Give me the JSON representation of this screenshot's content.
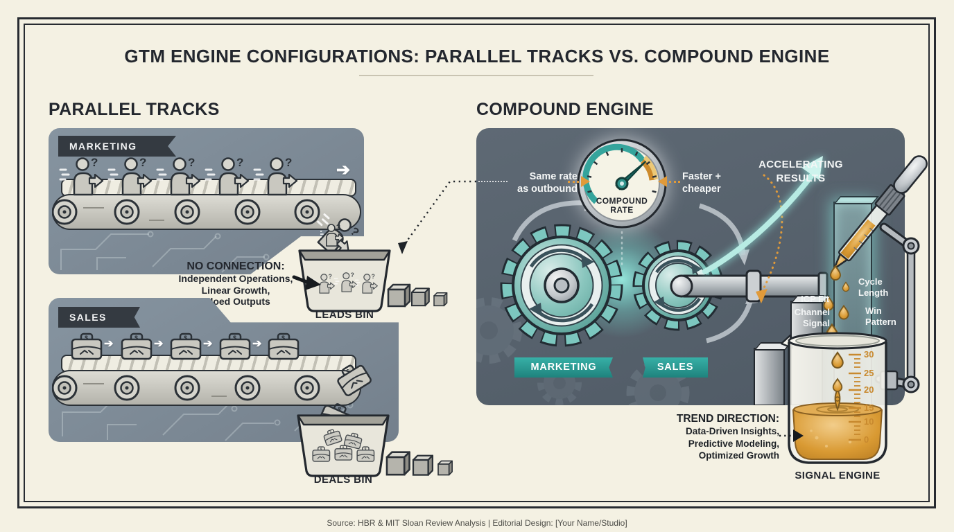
{
  "title": "GTM ENGINE CONFIGURATIONS: PARALLEL TRACKS VS. COMPOUND ENGINE",
  "footer": "Source: HBR & MIT Sloan Review Analysis | Editorial Design: [Your Name/Studio]",
  "glyphs": {
    "question": "?",
    "dollar": "$"
  },
  "left": {
    "heading": "PARALLEL TRACKS",
    "marketing_label": "MARKETING",
    "sales_label": "SALES",
    "no_connection": {
      "title": "NO CONNECTION:",
      "lines": [
        "Independent Operations,",
        "Linear Growth,",
        "Slloed Outputs"
      ]
    },
    "leads_bin_label": "LEADS BIN",
    "deals_bin_label": "DEALS BIN"
  },
  "right": {
    "heading": "COMPOUND ENGINE",
    "gauge": [
      "COMPOUND",
      "RATE"
    ],
    "same_rate": [
      "Same rate",
      "as outbound"
    ],
    "faster": [
      "Faster +",
      "cheaper"
    ],
    "accelerating": [
      "ACCELERATING",
      "RESULTS"
    ],
    "banners": [
      "MARKETING",
      "SALES"
    ],
    "drops": {
      "cycle": [
        "Cycle",
        "Length"
      ],
      "icp": "ICP Fit",
      "channel": [
        "Channel",
        "Signal"
      ],
      "win": [
        "Win",
        "Pattern"
      ]
    },
    "beaker_scale": [
      "30",
      "25",
      "20",
      "15",
      "10",
      "0"
    ],
    "trend": {
      "title": "TREND DIRECTION:",
      "lines": [
        "Data-Driven Insights,",
        "Predictive Modeling,",
        "Optimized Growth"
      ]
    },
    "signal_label": "SIGNAL ENGINE"
  },
  "colors": {
    "cream": "#f4f1e3",
    "panel_light": "#7e8b96",
    "panel_dark": "#57626d",
    "teal": "#2fa39a",
    "orange": "#e09a3a",
    "amber": "#d99a33",
    "ink": "#23272e"
  }
}
